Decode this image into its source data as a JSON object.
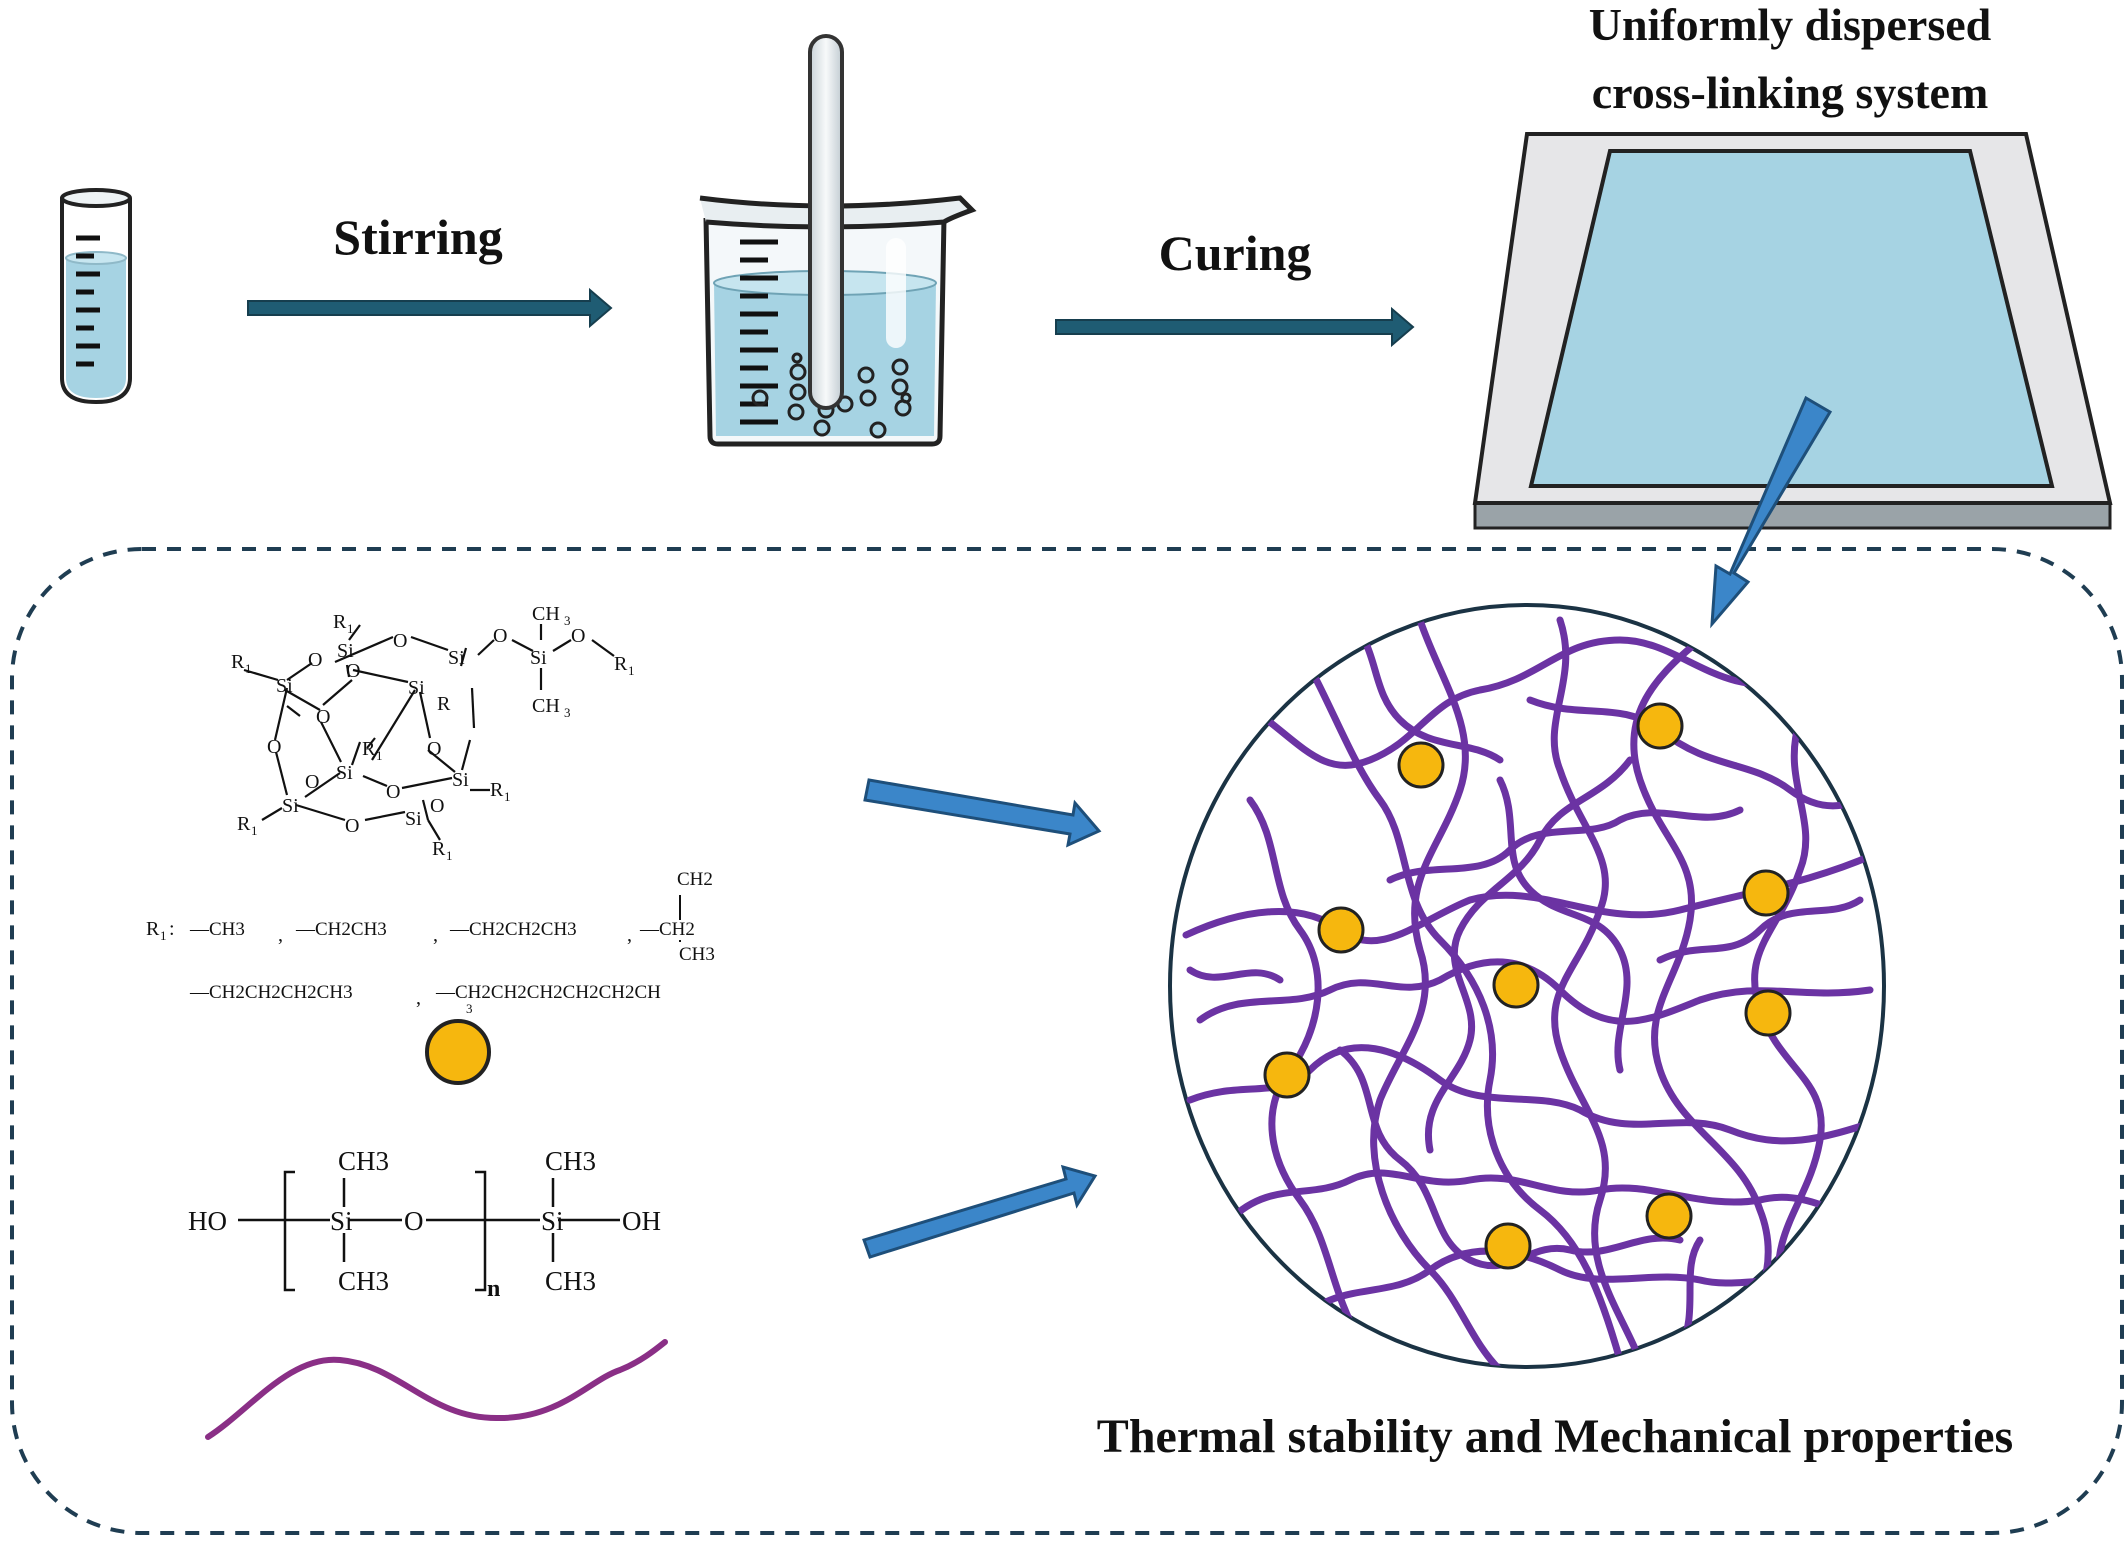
{
  "labels": {
    "stirring": "Stirring",
    "curing": "Curing",
    "mold_line1": "Uniformly dispersed",
    "mold_line2": "cross-linking system",
    "result": "Thermal stability and Mechanical properties"
  },
  "poss": {
    "r1": "R",
    "r1_sub": "1",
    "si": "Si",
    "o": "O",
    "r": "R",
    "ch3": "CH",
    "ch3_sub": "3"
  },
  "r1_definition": {
    "prefix": "R",
    "prefix_sub": "1",
    "colon": ":",
    "options_row1": [
      "—CH3",
      "—CH2CH3",
      "—CH2CH2CH3"
    ],
    "branch_top": "CH2",
    "branch_mid": "—CH2",
    "branch_bottom": "CH3",
    "options_row2": [
      "—CH2CH2CH2CH3",
      "—CH2CH2CH2CH2CH2CH"
    ],
    "options_row2_sub": "3"
  },
  "pdms": {
    "ho_left": "HO",
    "si": "Si",
    "o": "O",
    "ch3": "CH3",
    "n": "n",
    "oh_right": "OH"
  },
  "colors": {
    "arrow_dark": "#1f5c73",
    "arrow_blue": "#3b86c9",
    "liquid": "#a6d3e3",
    "mold_frame": "#e6e6e8",
    "polymer": "#6b33a3",
    "pdms_chain": "#8a2f86",
    "crosslinker": "#f6b70e",
    "dashed_border": "#1f3d52"
  }
}
